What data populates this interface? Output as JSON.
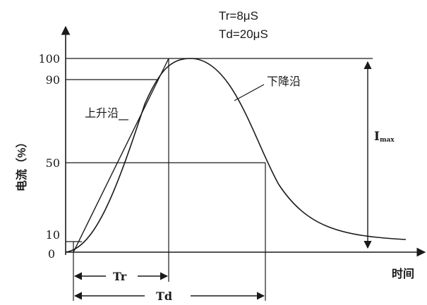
{
  "params": {
    "tr": "Tr=8μS",
    "td": "Td=20μS"
  },
  "axes": {
    "y_label": "电流（%）",
    "x_label": "时间",
    "y_ticks": [
      "100",
      "90",
      "50",
      "10",
      "0"
    ]
  },
  "labels": {
    "rising_edge": "上升沿",
    "falling_edge": "下降沿",
    "imax": "I",
    "imax_sub": "max"
  },
  "intervals": {
    "tr": "Tr",
    "td": "Td"
  },
  "colors": {
    "stroke": "#1a1a1a",
    "background": "#ffffff"
  }
}
